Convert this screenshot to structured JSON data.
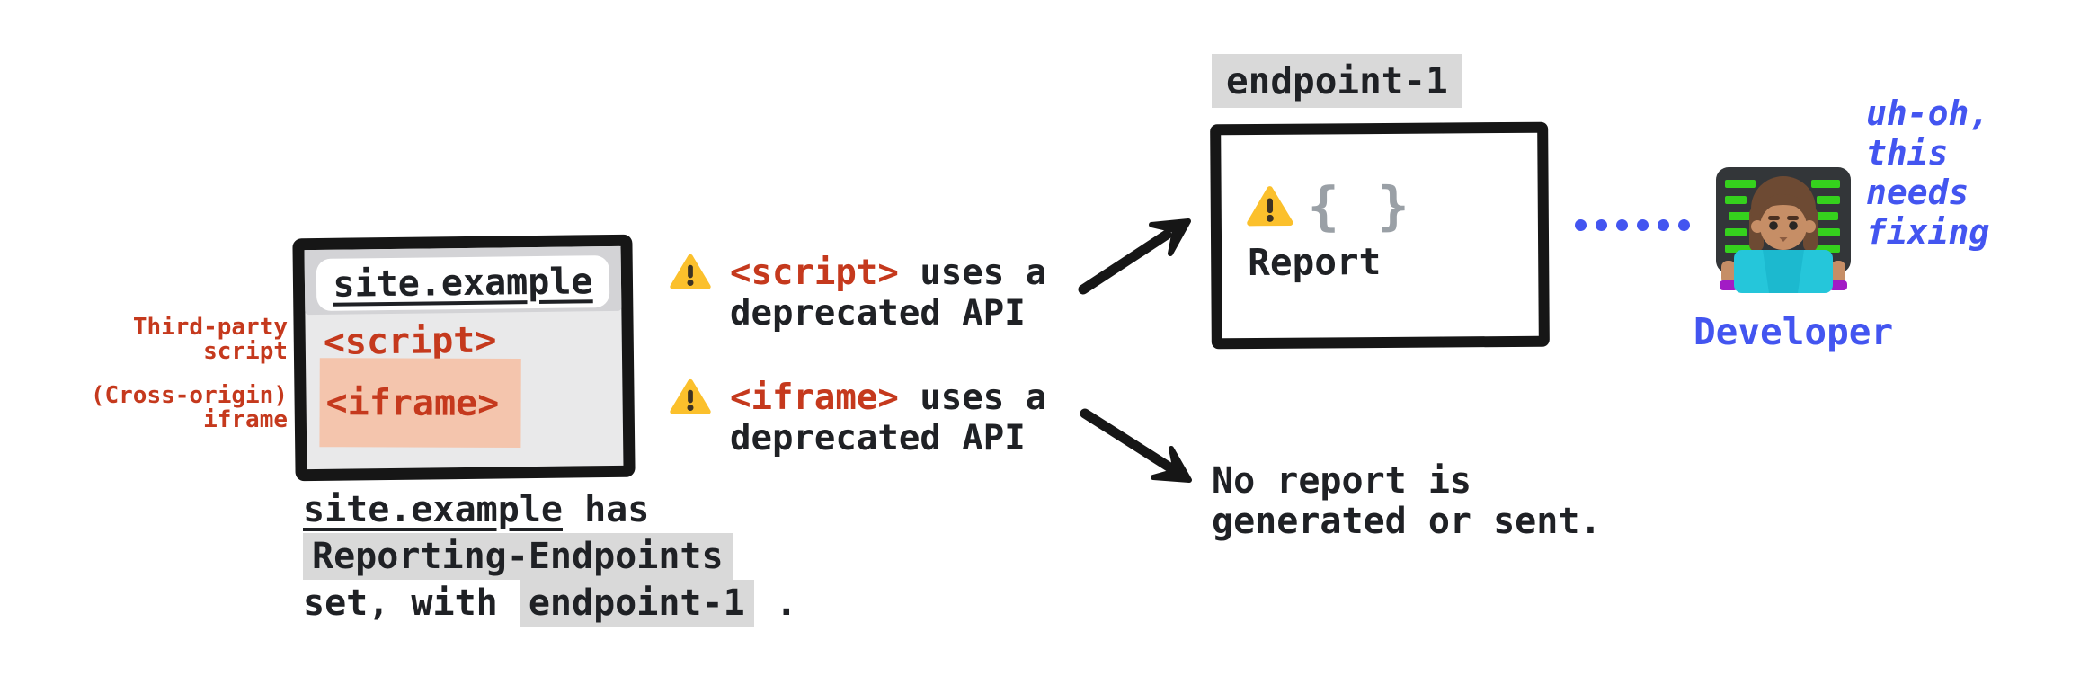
{
  "colors": {
    "red": "#c5391d",
    "blue": "#4355f0",
    "salmon_highlight": "#f4c5ad",
    "gray_highlight": "#d9d9d9",
    "warning_yellow": "#fbc02c",
    "ink_black": "#1f2125",
    "window_gray": "#e9e9ea"
  },
  "browser": {
    "address": "site.example",
    "script_tag": "<script>",
    "iframe_tag": "<iframe>",
    "label_third_party": "Third-party\nscript",
    "label_cross_origin": "(Cross-origin)\niframe"
  },
  "caption": {
    "site": "site.example",
    "has": " has",
    "header_name": "Reporting-Endpoints",
    "set_with": "set, with ",
    "endpoint_name": "endpoint-1",
    "period": " ."
  },
  "warnings": {
    "script": {
      "tag": "<script>",
      "rest": " uses a",
      "line2": "deprecated API"
    },
    "iframe": {
      "tag": "<iframe>",
      "rest": " uses a",
      "line2": "deprecated API"
    }
  },
  "endpoint": {
    "label": "endpoint-1",
    "braces": "{ }",
    "report": "Report"
  },
  "no_report": "No report is\ngenerated or sent.",
  "developer": {
    "speech": "uh-oh,\nthis\nneeds\nfixing",
    "label": "Developer"
  }
}
